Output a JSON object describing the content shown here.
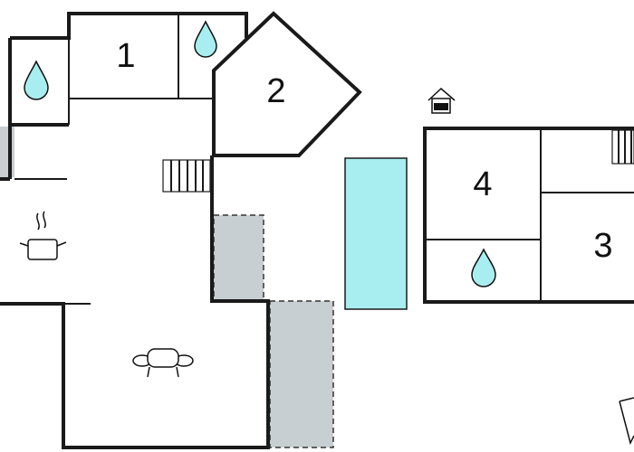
{
  "rooms": [
    {
      "id": "room-1",
      "label": "1"
    },
    {
      "id": "room-2",
      "label": "2"
    },
    {
      "id": "room-3",
      "label": "3"
    },
    {
      "id": "room-4",
      "label": "4"
    }
  ],
  "colors": {
    "water": "#a8eef0",
    "pool": "#a8eef0",
    "terrace": "#c8cfd2",
    "wall": "#1a1a1a"
  },
  "icons": [
    "water-drop-icon",
    "cooking-pot-icon",
    "sofa-icon",
    "stairs-icon",
    "house-marker-icon",
    "compass-arrow-icon"
  ]
}
